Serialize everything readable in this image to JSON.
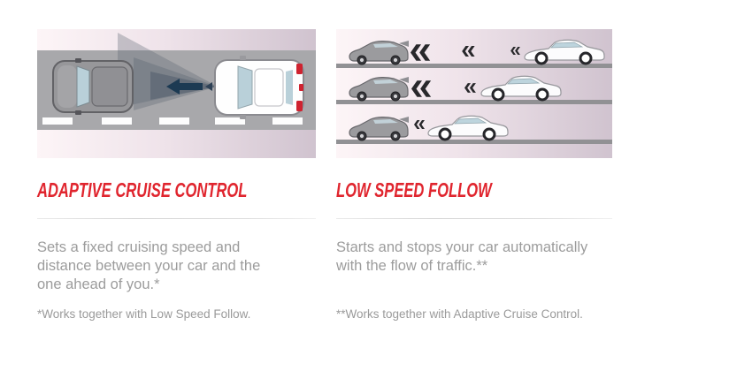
{
  "colors": {
    "accent_red": "#e0252e",
    "body_text": "#9c9c9c",
    "divider_gray": "#d9d9d9",
    "road_gray": "#a8a8ab",
    "road_bar_gray": "#919194",
    "panel_gradient_start": "#fdf5f7",
    "panel_gradient_end": "#d0c3cf",
    "chevron_black": "#28282b",
    "radar_arrow_navy": "#1c3a53",
    "taillight_red": "#cf2330",
    "glass_blue": "#b9d0d9"
  },
  "features": [
    {
      "id": "acc",
      "title": "ADAPTIVE CRUISE CONTROL",
      "description_lines": [
        "Sets a fixed cruising speed and",
        "distance between your car and the",
        "one ahead of you.*"
      ],
      "footnote": "*Works together with Low Speed Follow.",
      "illustration": "top-down view: white car with radar cone and left arrow following gray lead car on road with lane dashes"
    },
    {
      "id": "lsf",
      "title": "LOW SPEED FOLLOW",
      "description_lines": [
        "Starts and stops your car automatically",
        "with the flow of traffic.**"
      ],
      "footnote": "**Works together with Adaptive Cruise Control.",
      "illustration": "three rows of side-view cars: white sedan closing the gap to gray hatchback with shrinking chevrons"
    }
  ]
}
